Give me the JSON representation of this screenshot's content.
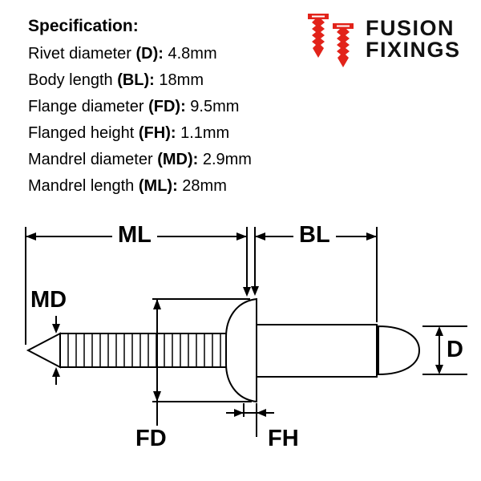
{
  "spec": {
    "heading": "Specification:",
    "items": [
      {
        "label": "Rivet diameter",
        "key": "(D):",
        "value": "4.8mm"
      },
      {
        "label": "Body length",
        "key": "(BL):",
        "value": "18mm"
      },
      {
        "label": "Flange diameter",
        "key": "(FD):",
        "value": "9.5mm"
      },
      {
        "label": "Flanged height",
        "key": "(FH):",
        "value": "1.1mm"
      },
      {
        "label": "Mandrel diameter",
        "key": "(MD):",
        "value": "2.9mm"
      },
      {
        "label": "Mandrel length",
        "key": "(ML):",
        "value": "28mm"
      }
    ]
  },
  "logo": {
    "line1": "FUSION",
    "line2": "FIXINGS",
    "colors": {
      "brand_red": "#e2231a",
      "text": "#111111"
    }
  },
  "diagram": {
    "labels": {
      "ml": "ML",
      "bl": "BL",
      "md": "MD",
      "d": "D",
      "fd": "FD",
      "fh": "FH"
    },
    "line_color": "#000000"
  }
}
